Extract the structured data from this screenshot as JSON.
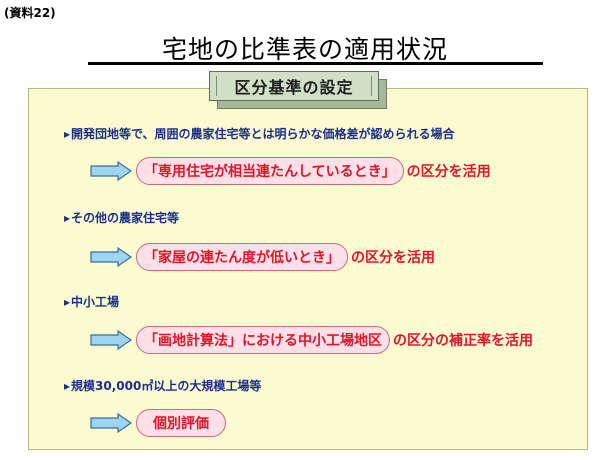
{
  "header": {
    "ref_label": "(資料22)",
    "title": "宅地の比準表の適用状況"
  },
  "banner": {
    "text": "区分基準の設定"
  },
  "items": [
    {
      "label": "開発団地等で、周囲の農家住宅等とは明らかな価格差が認められる場合",
      "pill": "「専用住宅が相当連たんしているとき」",
      "suffix": "の区分を活用"
    },
    {
      "label": "その他の農家住宅等",
      "pill": "「家屋の連たん度が低いとき」",
      "suffix": "の区分を活用"
    },
    {
      "label": "中小工場",
      "pill": "「画地計算法」における中小工場地区",
      "suffix": "の区分の補正率を活用"
    },
    {
      "label": "規模30,000㎡以上の大規模工場等",
      "pill": "個別評価",
      "suffix": ""
    }
  ],
  "colors": {
    "panel_bg": "#fbfbd2",
    "label_text": "#1c2f86",
    "result_text": "#e0142a",
    "pill_bg": "#ffe0e8",
    "arrow_fill": "#9fd4ef",
    "banner_bg": "#cfe0c6"
  },
  "icons": {
    "bullet": "triangle-bullet-icon",
    "arrow": "right-arrow-icon"
  }
}
